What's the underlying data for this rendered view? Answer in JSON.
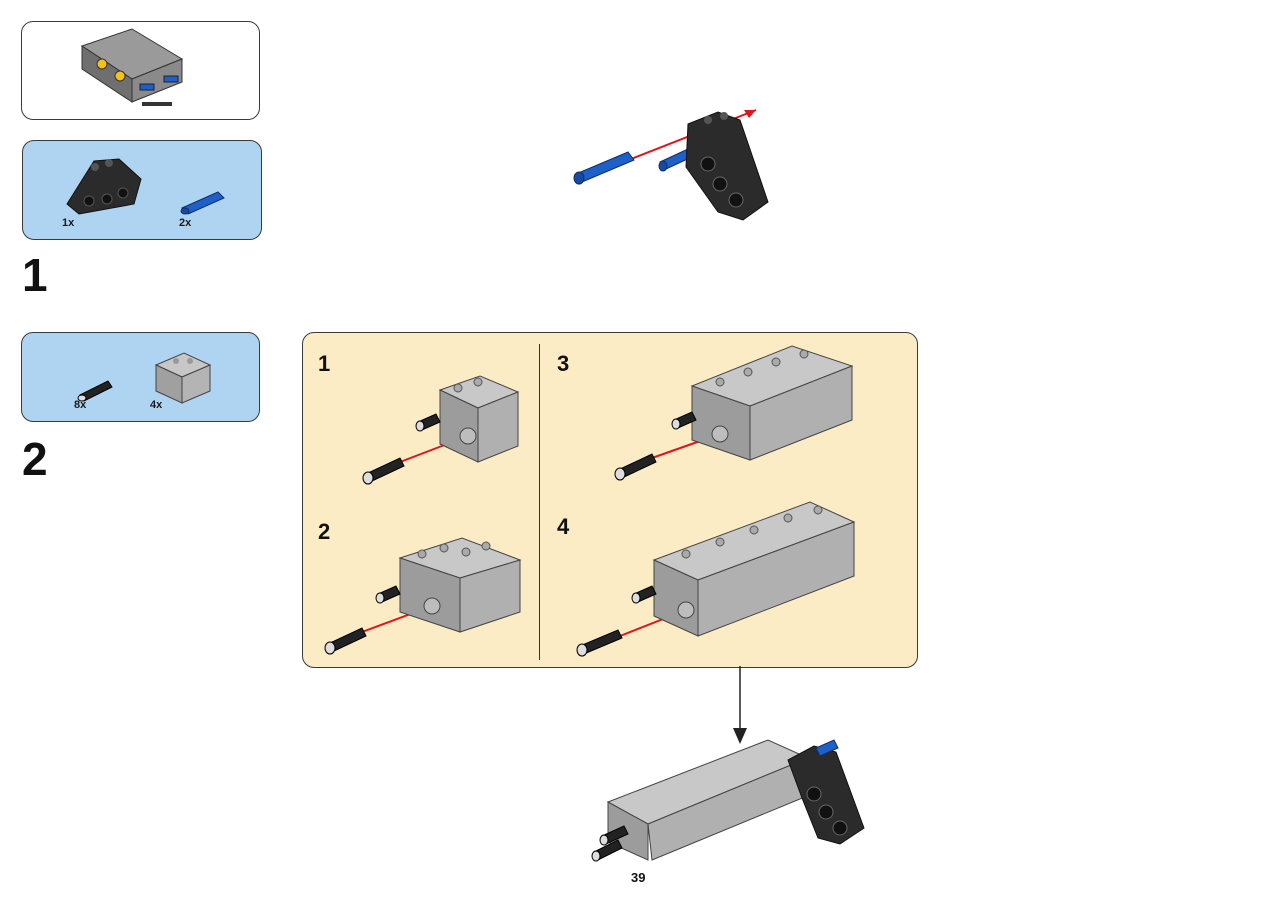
{
  "preview": {
    "icon": "engine-preview-icon"
  },
  "step1": {
    "number": "1",
    "parts": [
      {
        "icon": "black-connector-icon",
        "qty": "1x"
      },
      {
        "icon": "blue-axle-pin-icon",
        "qty": "2x"
      }
    ]
  },
  "step2": {
    "number": "2",
    "parts": [
      {
        "icon": "black-pin-icon",
        "qty": "8x"
      },
      {
        "icon": "gray-cylinder-block-icon",
        "qty": "4x"
      }
    ],
    "substeps": [
      {
        "number": "1"
      },
      {
        "number": "2"
      },
      {
        "number": "3"
      },
      {
        "number": "4"
      }
    ]
  },
  "page": {
    "number": "39"
  },
  "colors": {
    "callout_blue": "#aed4f2",
    "substep_panel": "#fcecc5",
    "arrow_red": "#e0151b"
  }
}
